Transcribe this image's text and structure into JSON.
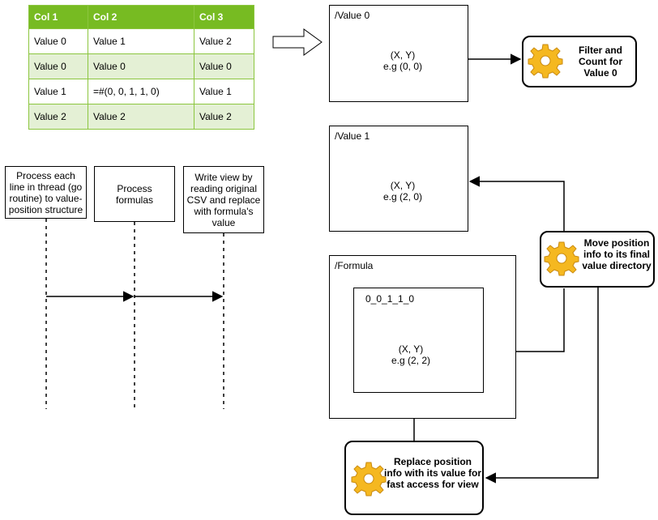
{
  "table": {
    "headers": [
      "Col 1",
      "Col 2",
      "Col 3"
    ],
    "rows": [
      [
        "Value 0",
        "Value 1",
        "Value 2"
      ],
      [
        "Value 0",
        "Value 0",
        "Value 0"
      ],
      [
        "Value 1",
        "=#(0, 0, 1, 1, 0)",
        "Value 1"
      ],
      [
        "Value 2",
        "Value 2",
        "Value 2"
      ]
    ],
    "header_color": "#77bb22",
    "alt_row_color": "#e4f0d5",
    "border_color": "#8cc63f"
  },
  "sequence": {
    "steps": [
      "Process each line in thread (go routine) to value-position structure",
      "Process formulas",
      "Write view by reading original CSV and replace with formula's value"
    ]
  },
  "folders": {
    "value0": {
      "label": "/Value 0",
      "doc_line1": "(X, Y)",
      "doc_line2": "e.g (0, 0)"
    },
    "value1": {
      "label": "/Value 1",
      "doc_line1": "(X, Y)",
      "doc_line2": "e.g (2, 0)"
    },
    "formula": {
      "label": "/Formula",
      "subfolder_label": "0_0_1_1_0",
      "doc_line1": "(X, Y)",
      "doc_line2": "e.g (2, 2)"
    }
  },
  "actions": {
    "filter": "Filter and Count for Value 0",
    "move": "Move position info to its final value directory",
    "replace": "Replace position info with its value for fast access for view"
  },
  "icons": {
    "gear": "gear-icon",
    "gear_color": "#f5b820"
  }
}
